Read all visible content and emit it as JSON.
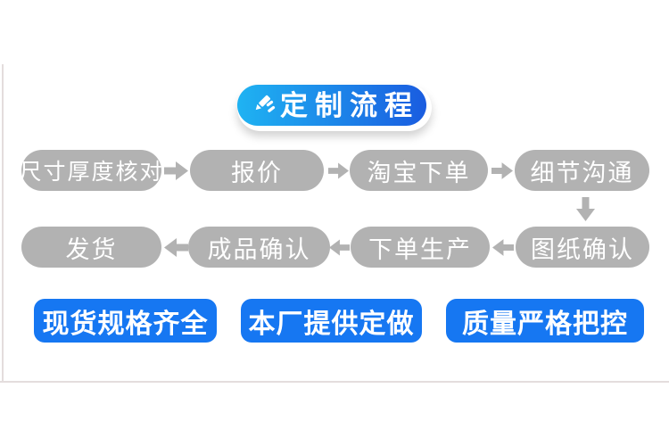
{
  "banner": {
    "title": "定制流程",
    "icon": "pencil-icon"
  },
  "flow": {
    "row1": [
      {
        "label": "尺寸厚度核对"
      },
      {
        "label": "报价"
      },
      {
        "label": "淘宝下单"
      },
      {
        "label": "细节沟通"
      }
    ],
    "row2": [
      {
        "label": "发货"
      },
      {
        "label": "成品确认"
      },
      {
        "label": "下单生产"
      },
      {
        "label": "图纸确认"
      }
    ]
  },
  "badges": [
    {
      "label": "现货规格齐全"
    },
    {
      "label": "本厂提供定做"
    },
    {
      "label": "质量严格把控"
    }
  ],
  "colors": {
    "pill_gray": "#b2b2b2",
    "arrow_gray": "#b2b2b2",
    "badge_blue": "#1677f2",
    "banner_gradient_start": "#1fb3f2",
    "banner_gradient_end": "#1a5ce0",
    "text_white": "#ffffff"
  }
}
